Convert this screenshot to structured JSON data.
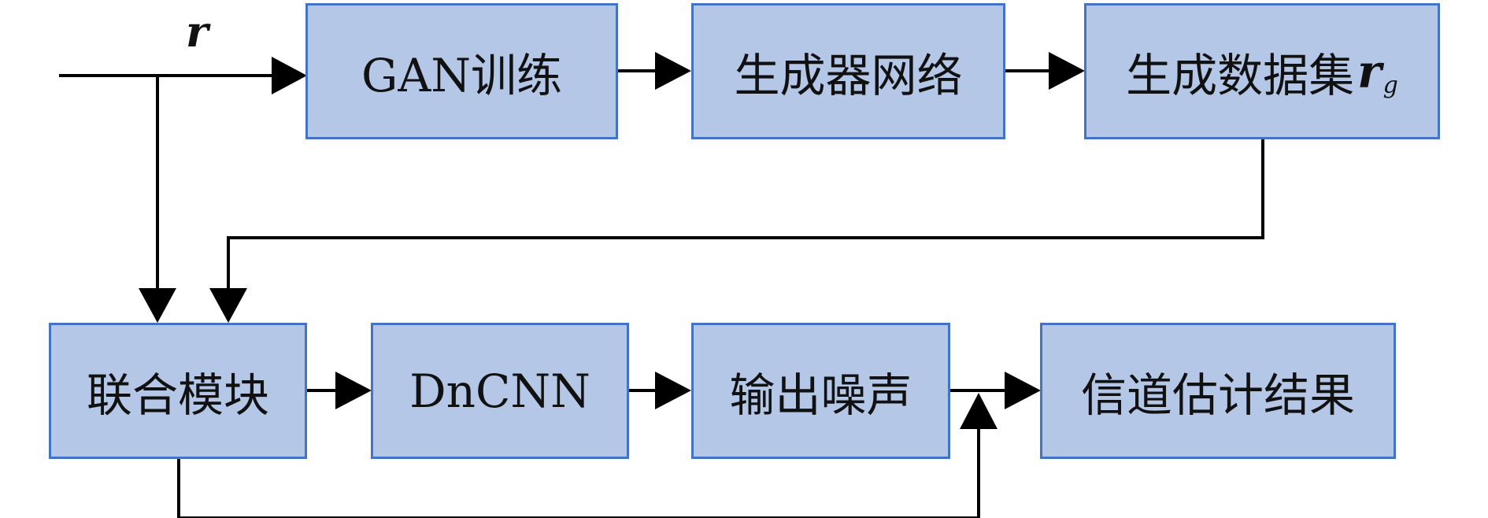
{
  "input_label": "r",
  "nodes": {
    "gan_training": "GAN训练",
    "generator_network": "生成器网络",
    "generated_dataset": "生成数据集",
    "generated_dataset_symbol": "r",
    "generated_dataset_subscript": "g",
    "joint_module": "联合模块",
    "dncnn": "DnCNN",
    "output_noise": "输出噪声",
    "channel_estimation_result": "信道估计结果"
  },
  "colors": {
    "box_fill": "#b4c7e7",
    "box_border": "#4472c4",
    "line": "#000000"
  }
}
